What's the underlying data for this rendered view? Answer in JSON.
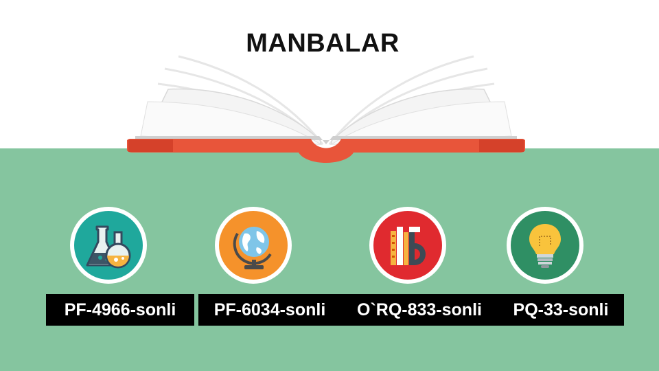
{
  "title": "MANBALAR",
  "colors": {
    "band": "#85c59f",
    "book_cover": "#e8553a",
    "title_text": "#111111",
    "label_bg": "#000000",
    "label_text": "#ffffff"
  },
  "items": [
    {
      "label": "PF-4966-sonli",
      "icon": "chemistry-flasks-icon",
      "color": "#1fa89c"
    },
    {
      "label": "PF-6034-sonli",
      "icon": "globe-icon",
      "color": "#f5922b"
    },
    {
      "label": "O`RQ-833-sonli",
      "icon": "books-ruler-icon",
      "color": "#e02a2f"
    },
    {
      "label": "PQ-33-sonli",
      "icon": "lightbulb-icon",
      "color": "#2f8f64"
    }
  ]
}
